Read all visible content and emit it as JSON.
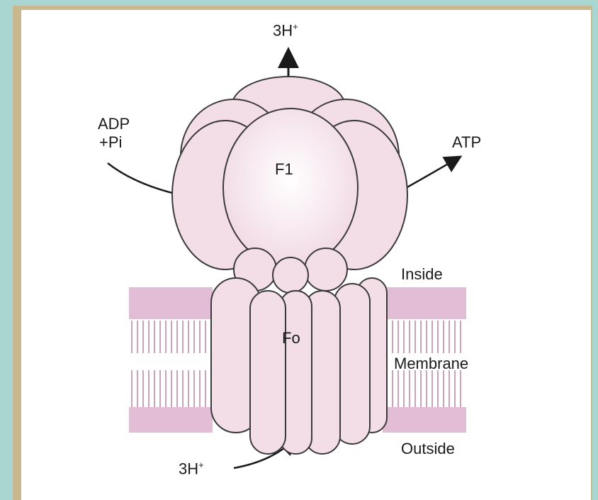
{
  "labels": {
    "top_proton_main": "3H",
    "top_proton_sup": "+",
    "adp_line1": "ADP",
    "adp_line2": "+Pi",
    "atp": "ATP",
    "f1": "F1",
    "inside": "Inside",
    "fo": "Fo",
    "membrane": "Membrane",
    "outside": "Outside",
    "bottom_proton_main": "3H",
    "bottom_proton_sup": "+"
  },
  "colors": {
    "background": "#a9d6d1",
    "frame": "#c9b78e",
    "protein_fill": "#f3dde6",
    "protein_stroke": "#3a3a3a",
    "lipid_head": "#d6a9c4",
    "lipid_tail": "#b47aa0",
    "arrow": "#1a1a1a"
  }
}
